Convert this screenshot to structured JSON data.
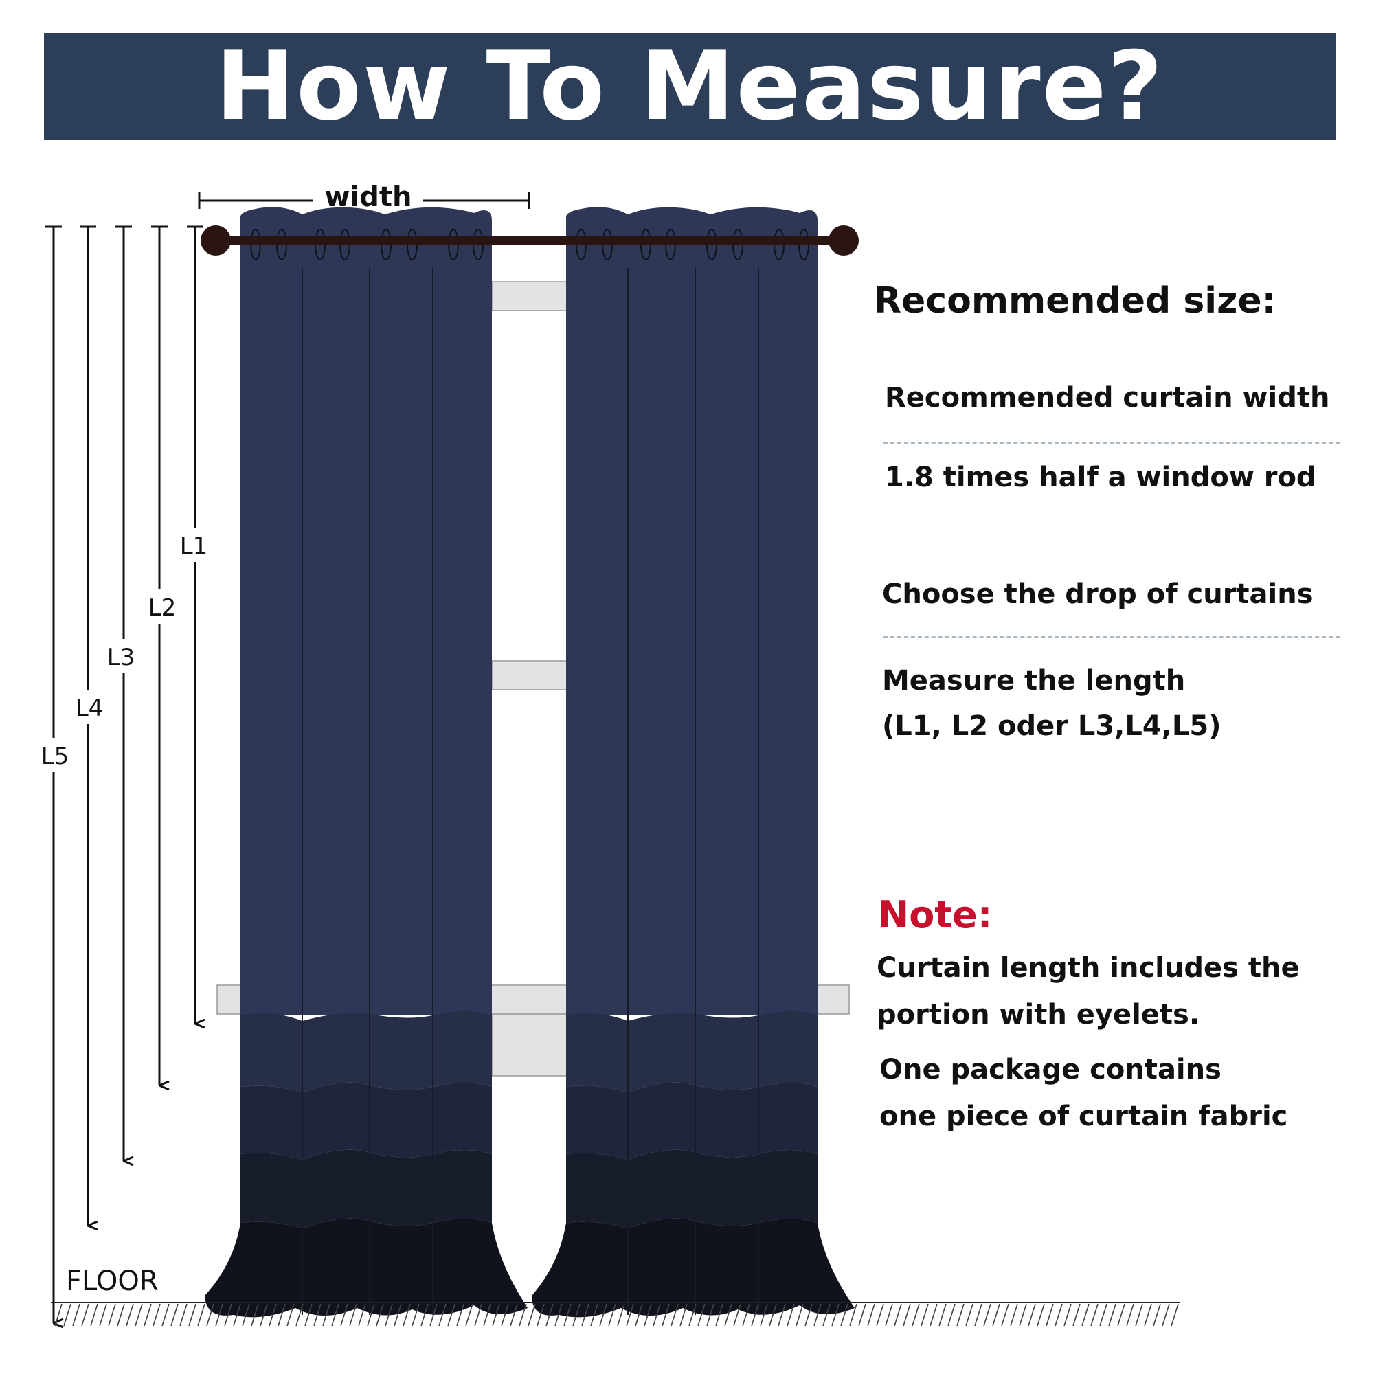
{
  "header": {
    "title": "How To Measure?",
    "background": "#2c3e58"
  },
  "diagram": {
    "width_label": "width",
    "floor_label": "FLOOR",
    "drop_labels": [
      "L1",
      "L2",
      "L3",
      "L4",
      "L5"
    ],
    "curtain_color": "#2e3756",
    "rod_color": "#2a1512"
  },
  "panel": {
    "recommended_title": "Recommended size:",
    "width_heading": "Recommended curtain width",
    "width_rule": "1.8 times half a window rod",
    "drop_heading": "Choose the drop of curtains",
    "drop_rule_line1": "Measure the length",
    "drop_rule_line2": "(L1, L2 oder L3,L4,L5)",
    "note_title": "Note:",
    "note_color": "#c8102e",
    "note_line1": "Curtain length includes the",
    "note_line2": "portion with eyelets.",
    "note_line3": "One package contains",
    "note_line4": "one piece of curtain fabric"
  }
}
